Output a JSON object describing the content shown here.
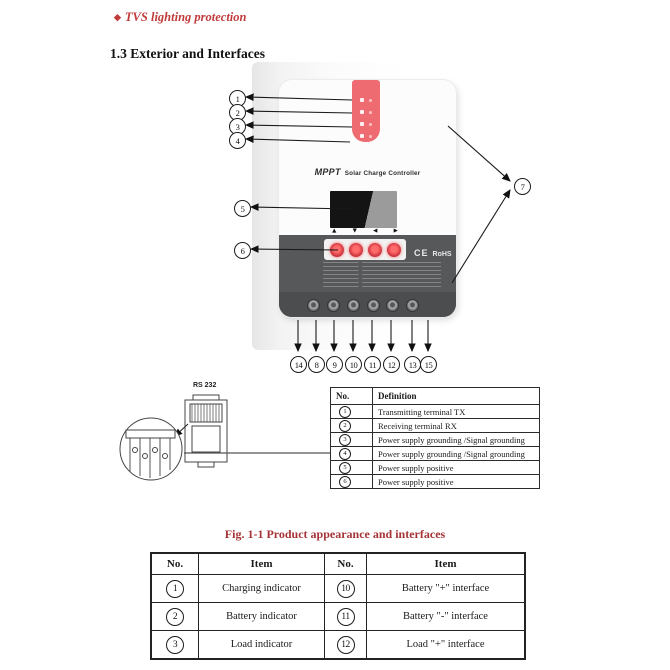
{
  "page": {
    "bullet_symbol": "◆",
    "bullet_text": "TVS lighting protection",
    "section_heading": "1.3 Exterior and Interfaces",
    "fig_caption": "Fig. 1-1   Product appearance and interfaces"
  },
  "device": {
    "brand": "MPPT",
    "brand_sub": "Solar Charge Controller",
    "ce_mark": "CE",
    "rohs_mark": "RoHS",
    "button_arrows": [
      "▲",
      "▼",
      "◀",
      "▶"
    ]
  },
  "diagram": {
    "rs232_label": "RS 232",
    "callouts": {
      "left": [
        "1",
        "2",
        "3",
        "4"
      ],
      "screen": "5",
      "buttons": "6",
      "mounting": "7",
      "bottom": [
        "14",
        "8",
        "9",
        "10",
        "11",
        "12",
        "13",
        "15"
      ]
    }
  },
  "rs232_table": {
    "headers": [
      "No.",
      "Definition"
    ],
    "rows": [
      {
        "no": "1",
        "definition": "Transmitting terminal TX"
      },
      {
        "no": "2",
        "definition": "Receiving terminal RX"
      },
      {
        "no": "3",
        "definition": "Power supply grounding /Signal grounding"
      },
      {
        "no": "4",
        "definition": "Power supply grounding /Signal grounding"
      },
      {
        "no": "5",
        "definition": "Power supply positive"
      },
      {
        "no": "6",
        "definition": "Power supply positive"
      }
    ]
  },
  "items_table": {
    "headers": [
      "No.",
      "Item",
      "No.",
      "Item"
    ],
    "rows": [
      {
        "no1": "1",
        "item1": "Charging indicator",
        "no2": "10",
        "item2": "Battery \"+\" interface"
      },
      {
        "no1": "2",
        "item1": "Battery indicator",
        "no2": "11",
        "item2": "Battery \"-\" interface"
      },
      {
        "no1": "3",
        "item1": "Load indicator",
        "no2": "12",
        "item2": "Load \"+\" interface"
      }
    ]
  },
  "colors": {
    "accent_red_text": "#c13b3b",
    "caption_red": "#a63437",
    "led_panel": "#ed6b71",
    "button_red": "#c62f3a",
    "device_dark": "#57585a"
  }
}
